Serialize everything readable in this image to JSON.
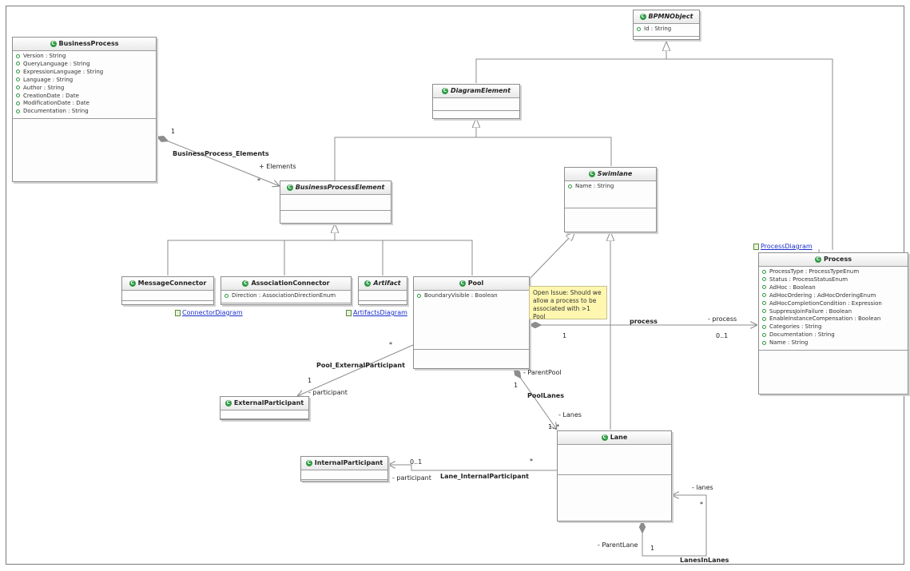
{
  "classes": {
    "bpmnobject": {
      "name": "BPMNObject",
      "attrs": [
        "Id : String"
      ]
    },
    "businessprocess": {
      "name": "BusinessProcess",
      "attrs": [
        "Version : String",
        "QueryLanguage : String",
        "ExpressionLanguage : String",
        "Language : String",
        "Author : String",
        "CreationDate : Date",
        "ModificationDate : Date",
        "Documentation : String"
      ]
    },
    "diagramelement": {
      "name": "DiagramElement",
      "attrs": []
    },
    "businessprocesselement": {
      "name": "BusinessProcessElement",
      "attrs": []
    },
    "swimlane": {
      "name": "Swimlane",
      "attrs": [
        "Name : String"
      ]
    },
    "messageconnector": {
      "name": "MessageConnector",
      "attrs": []
    },
    "associationconnector": {
      "name": "AssociationConnector",
      "attrs": [
        "Direction : AssociationDirectionEnum"
      ]
    },
    "artifact": {
      "name": "Artifact",
      "attrs": []
    },
    "pool": {
      "name": "Pool",
      "attrs": [
        "BoundaryVisible : Boolean"
      ]
    },
    "process": {
      "name": "Process",
      "attrs": [
        "ProcessType : ProcessTypeEnum",
        "Status : ProcessStatusEnum",
        "AdHoc : Boolean",
        "AdHocOrdering : AdHocOrderingEnum",
        "AdHocCompletionCondition : Expression",
        "SuppressJoinFailure : Boolean",
        "EnableInstanceCompensation : Boolean",
        "Categories : String",
        "Documentation : String",
        "Name : String"
      ]
    },
    "externalparticipant": {
      "name": "ExternalParticipant",
      "attrs": []
    },
    "lane": {
      "name": "Lane",
      "attrs": []
    },
    "internalparticipant": {
      "name": "InternalParticipant",
      "attrs": []
    }
  },
  "note": {
    "text": "Open Issue: Should we allow a process to be associated with >1 Pool"
  },
  "links": {
    "process_diagram": "ProcessDiagram",
    "connector_diagram": "ConnectorDiagram",
    "artifacts_diagram": "ArtifactsDiagram"
  },
  "labels": {
    "bp_mult": "1",
    "bp_elements": "BusinessProcess_Elements",
    "elements_role": "+ Elements",
    "elements_mult": "*",
    "process_assoc": "process",
    "process_role": "- process",
    "pool_process_mult": "1",
    "process_mult": "0..1",
    "pool_ext_mult": "*",
    "pool_external": "Pool_ExternalParticipant",
    "ext_mult": "1",
    "ext_role": "- participant",
    "parentpool_role": "- ParentPool",
    "poollanes_mult": "1",
    "poollanes": "PoolLanes",
    "lanes_role": "- Lanes",
    "lanes_mult": "1..*",
    "int_mult": "0..1",
    "lane_int_mult": "*",
    "int_role": "- participant",
    "lane_internal": "Lane_InternalParticipant",
    "lanes_self_role": "- lanes",
    "lanes_self_mult": "*",
    "parentlane_role": "- ParentLane",
    "parentlane_mult": "1",
    "lanesinlanes": "LanesInLanes"
  },
  "colors": {
    "class_icon": "#2f9a44",
    "note_fill": "#fff7b0",
    "link": "#1a2fcc",
    "line": "#8c8c8c"
  }
}
